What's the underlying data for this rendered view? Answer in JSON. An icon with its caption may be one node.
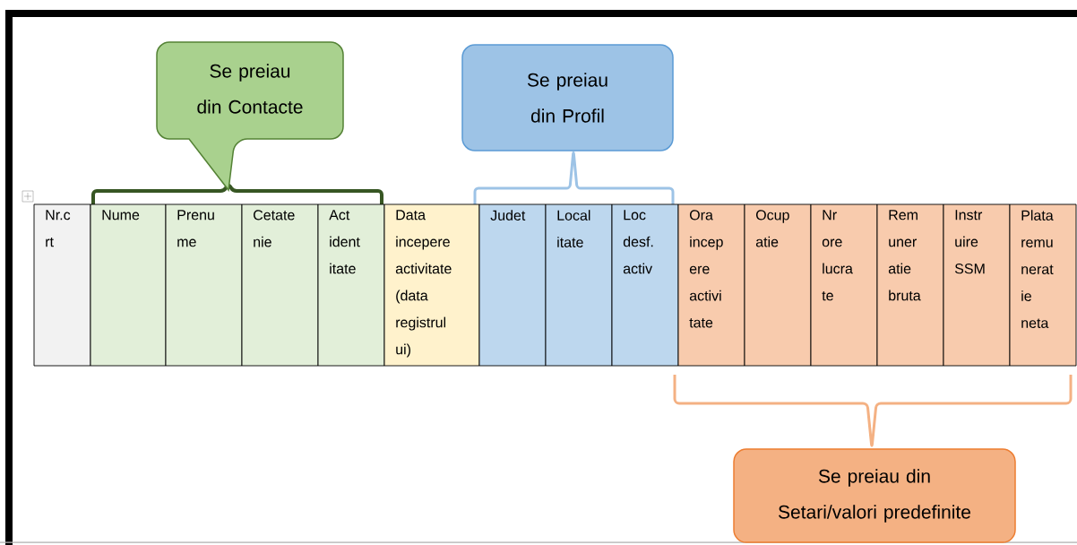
{
  "diagram": {
    "nodes": [
      {
        "text": [
          "Se preiau din Contacte"
        ]
      },
      {
        "text": [
          "Se preiau din Profil"
        ]
      },
      {
        "text": [
          "Se preiau din Setari/valori predefinite"
        ]
      }
    ],
    "labels": [
      "Nr.c rt",
      "Nume",
      "Prenu me",
      "Cetate nie",
      "Act ident itate",
      "Data incepere activitate (data registrul ui)",
      "Judet",
      "Local itate",
      "Loc desf. activ",
      "Ora incep ere activi tate",
      "Ocup atie",
      "Nr ore lucra te",
      "Rem uner atie bruta",
      "Instr uire SSM",
      "Plata remu nerat ie neta"
    ]
  }
}
